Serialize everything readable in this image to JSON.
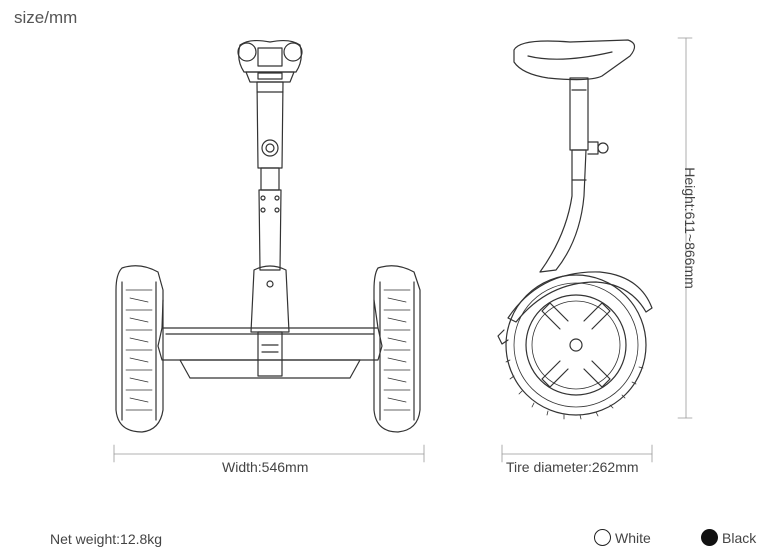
{
  "unit_label": "size/mm",
  "dimensions": {
    "width": "Width:546mm",
    "tire_diameter": "Tire diameter:262mm",
    "height": "Height:611~866mm"
  },
  "net_weight": "Net weight:12.8kg",
  "colors": [
    {
      "name": "White",
      "swatch": "#ffffff"
    },
    {
      "name": "Black",
      "swatch": "#111111"
    }
  ]
}
